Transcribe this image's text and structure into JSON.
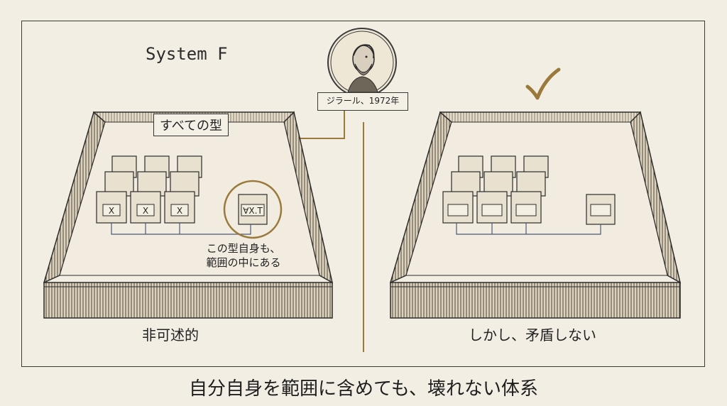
{
  "header": {
    "title": "System F"
  },
  "portrait": {
    "label": "ジラール、1972年"
  },
  "left_panel": {
    "box_label": "すべての型",
    "cube_tags": [
      "X",
      "X",
      "X"
    ],
    "special_cube_tag": "∀X.T",
    "note_line1": "この型自身も、",
    "note_line2": "範囲の中にある",
    "caption": "非可述的"
  },
  "right_panel": {
    "caption": "しかし、矛盾しない"
  },
  "footer": {
    "caption": "自分自身を範囲に含めても、壊れない体系"
  },
  "colors": {
    "background": "#f2eee4",
    "ink": "#2b2b2b",
    "gold": "#9a7a3c",
    "wood": "#e6ddc8"
  },
  "icons": [
    "portrait-medallion",
    "check-icon"
  ]
}
